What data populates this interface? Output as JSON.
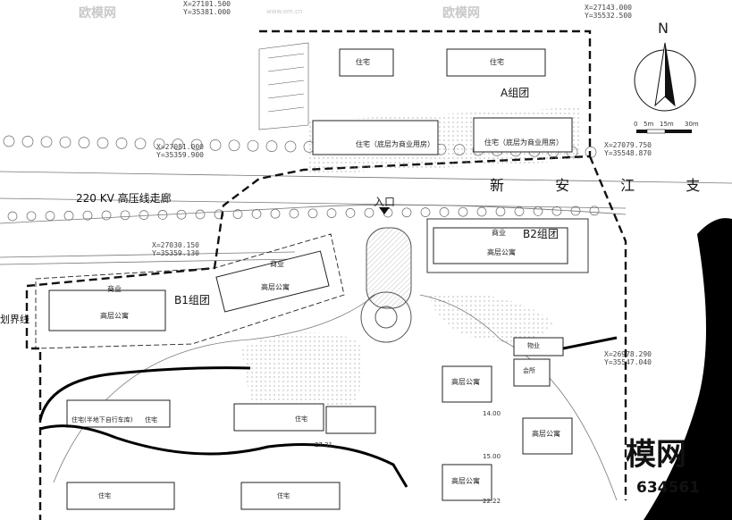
{
  "title_marks": {
    "north": "N",
    "entrance": "入口",
    "corridor": "220 KV 高压线走廊",
    "boundary": "划界线"
  },
  "road_name": "新 安 江 支 路",
  "groups": {
    "a": "A组团",
    "b1": "B1组团",
    "b2": "B2组团"
  },
  "scale_marks": [
    "0",
    "5m",
    "15m",
    "30m"
  ],
  "building_labels": {
    "zhuzhai": "住宅",
    "zhuzhai_shang": "住宅（底层为商业用房）",
    "shangye": "商业",
    "gaoceng": "高层公寓",
    "garage": "住宅(半地下自行车库)",
    "service": "物业",
    "hall": "会所"
  },
  "coords": [
    {
      "key": "c1",
      "text": "X=27101.500\nY=35381.000"
    },
    {
      "key": "c2",
      "text": "X=27143.000\nY=35532.500"
    },
    {
      "key": "c3",
      "text": "X=27081.000\nY=35359.900"
    },
    {
      "key": "c4",
      "text": "X=27079.750\nY=35548.870"
    },
    {
      "key": "c5",
      "text": "X=27030.150\nY=35359.130"
    },
    {
      "key": "c6",
      "text": "X=26978.290\nY=35547.040"
    }
  ],
  "levels": [
    "27.31",
    "14.00",
    "15.00",
    "22.22"
  ],
  "watermark": {
    "site": "欧模网",
    "site_url": "www.om.cn",
    "brand": "模网",
    "code": "634561"
  }
}
